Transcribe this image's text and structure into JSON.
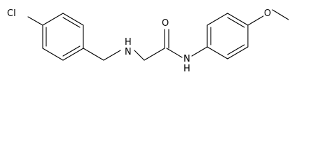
{
  "structure": {
    "atoms": {
      "chlorine": "Cl",
      "amine_nitrogen": "H\nN",
      "amine_n": "N",
      "amine_h": "H",
      "carbonyl_oxygen": "O",
      "amide_nitrogen": "N",
      "amide_h": "H",
      "ether_oxygen": "O"
    }
  }
}
